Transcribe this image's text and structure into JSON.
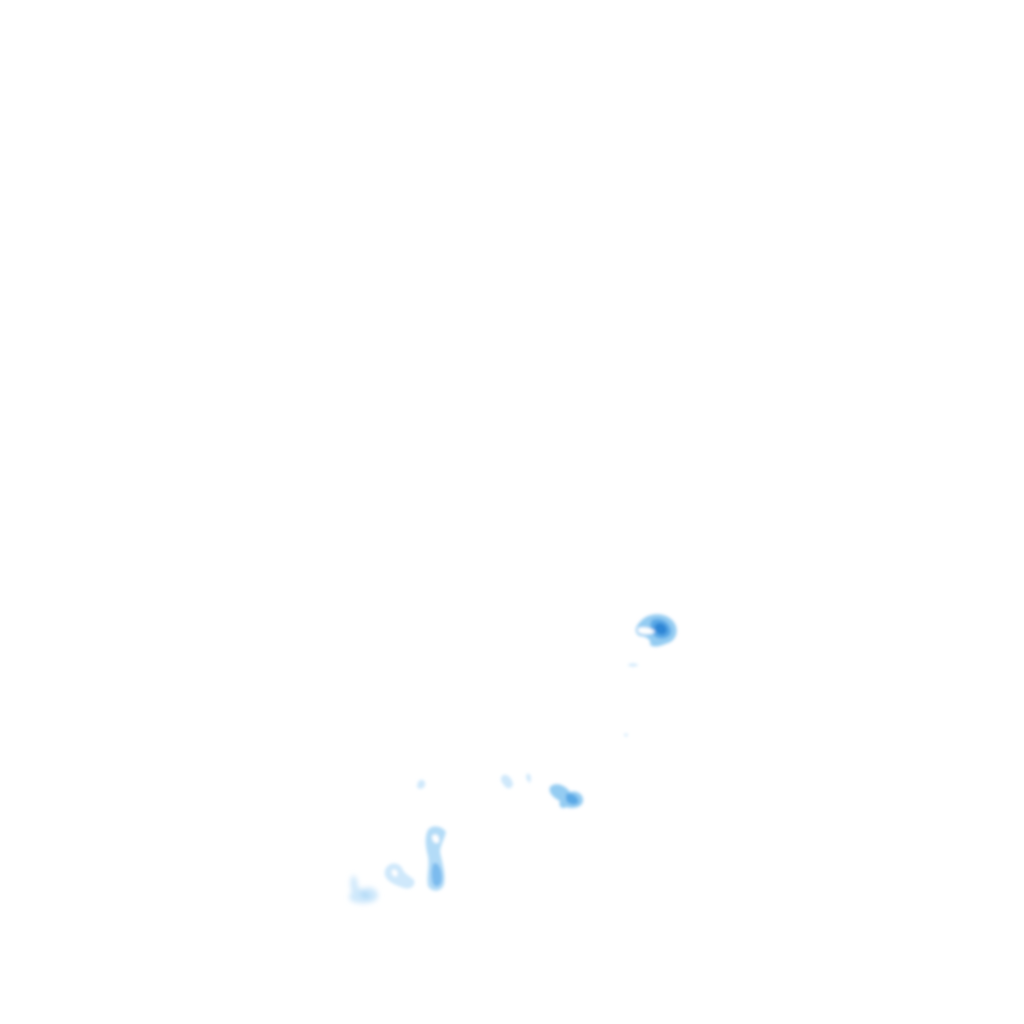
{
  "map": {
    "layer": "precipitation-radar-overlay",
    "background_color": "#ffffff",
    "palette": {
      "light": "#cfe8fb",
      "medium": "#94ccf2",
      "strong": "#5aa9e6",
      "core": "#2f86d6"
    },
    "cells": [
      {
        "name": "cell-northeast",
        "intensity": "strong"
      },
      {
        "name": "cell-east-trace",
        "intensity": "light"
      },
      {
        "name": "cell-central-east",
        "intensity": "medium"
      },
      {
        "name": "cell-central-small",
        "intensity": "light"
      },
      {
        "name": "cell-central-west",
        "intensity": "light"
      },
      {
        "name": "cell-southwest-band",
        "intensity": "medium"
      },
      {
        "name": "cell-southwest-loop",
        "intensity": "light"
      },
      {
        "name": "cell-southwest-tail",
        "intensity": "light"
      }
    ]
  }
}
